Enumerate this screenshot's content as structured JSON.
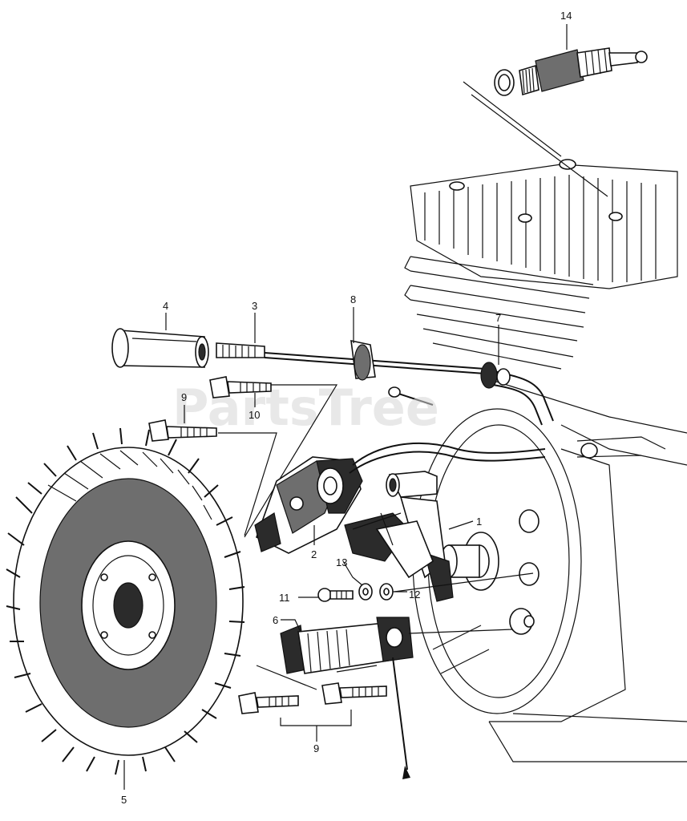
{
  "watermark": "PartsTree",
  "callouts": {
    "c1": "1",
    "c2": "2",
    "c3": "3",
    "c4": "4",
    "c5": "5",
    "c6": "6",
    "c7": "7",
    "c8": "8",
    "c9a": "9",
    "c9b": "9",
    "c10": "10",
    "c11": "11",
    "c12": "12",
    "c13": "13",
    "c14": "14"
  },
  "colors": {
    "ink": "#111111",
    "paper": "#ffffff",
    "watermark": "#d6d6d6"
  }
}
